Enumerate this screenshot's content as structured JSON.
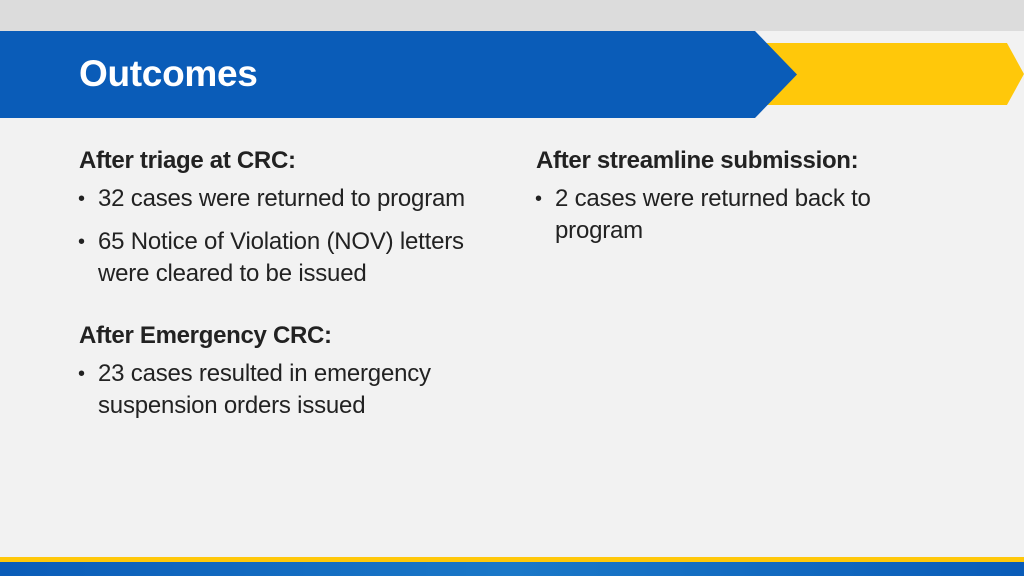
{
  "slide": {
    "title": "Outcomes",
    "left_column": {
      "sections": [
        {
          "heading": "After triage at CRC:",
          "bullets": [
            "32 cases were returned to program",
            "65 Notice of Violation (NOV) letters were cleared to be issued"
          ]
        },
        {
          "heading": "After Emergency CRC:",
          "bullets": [
            "23 cases resulted in emergency suspension orders issued"
          ]
        }
      ]
    },
    "right_column": {
      "sections": [
        {
          "heading": "After streamline submission:",
          "bullets": [
            "2 cases were returned back to program"
          ]
        }
      ]
    }
  },
  "colors": {
    "banner_blue": "#0a5cb8",
    "accent_gold": "#ffc80a",
    "background": "#f2f2f2"
  }
}
